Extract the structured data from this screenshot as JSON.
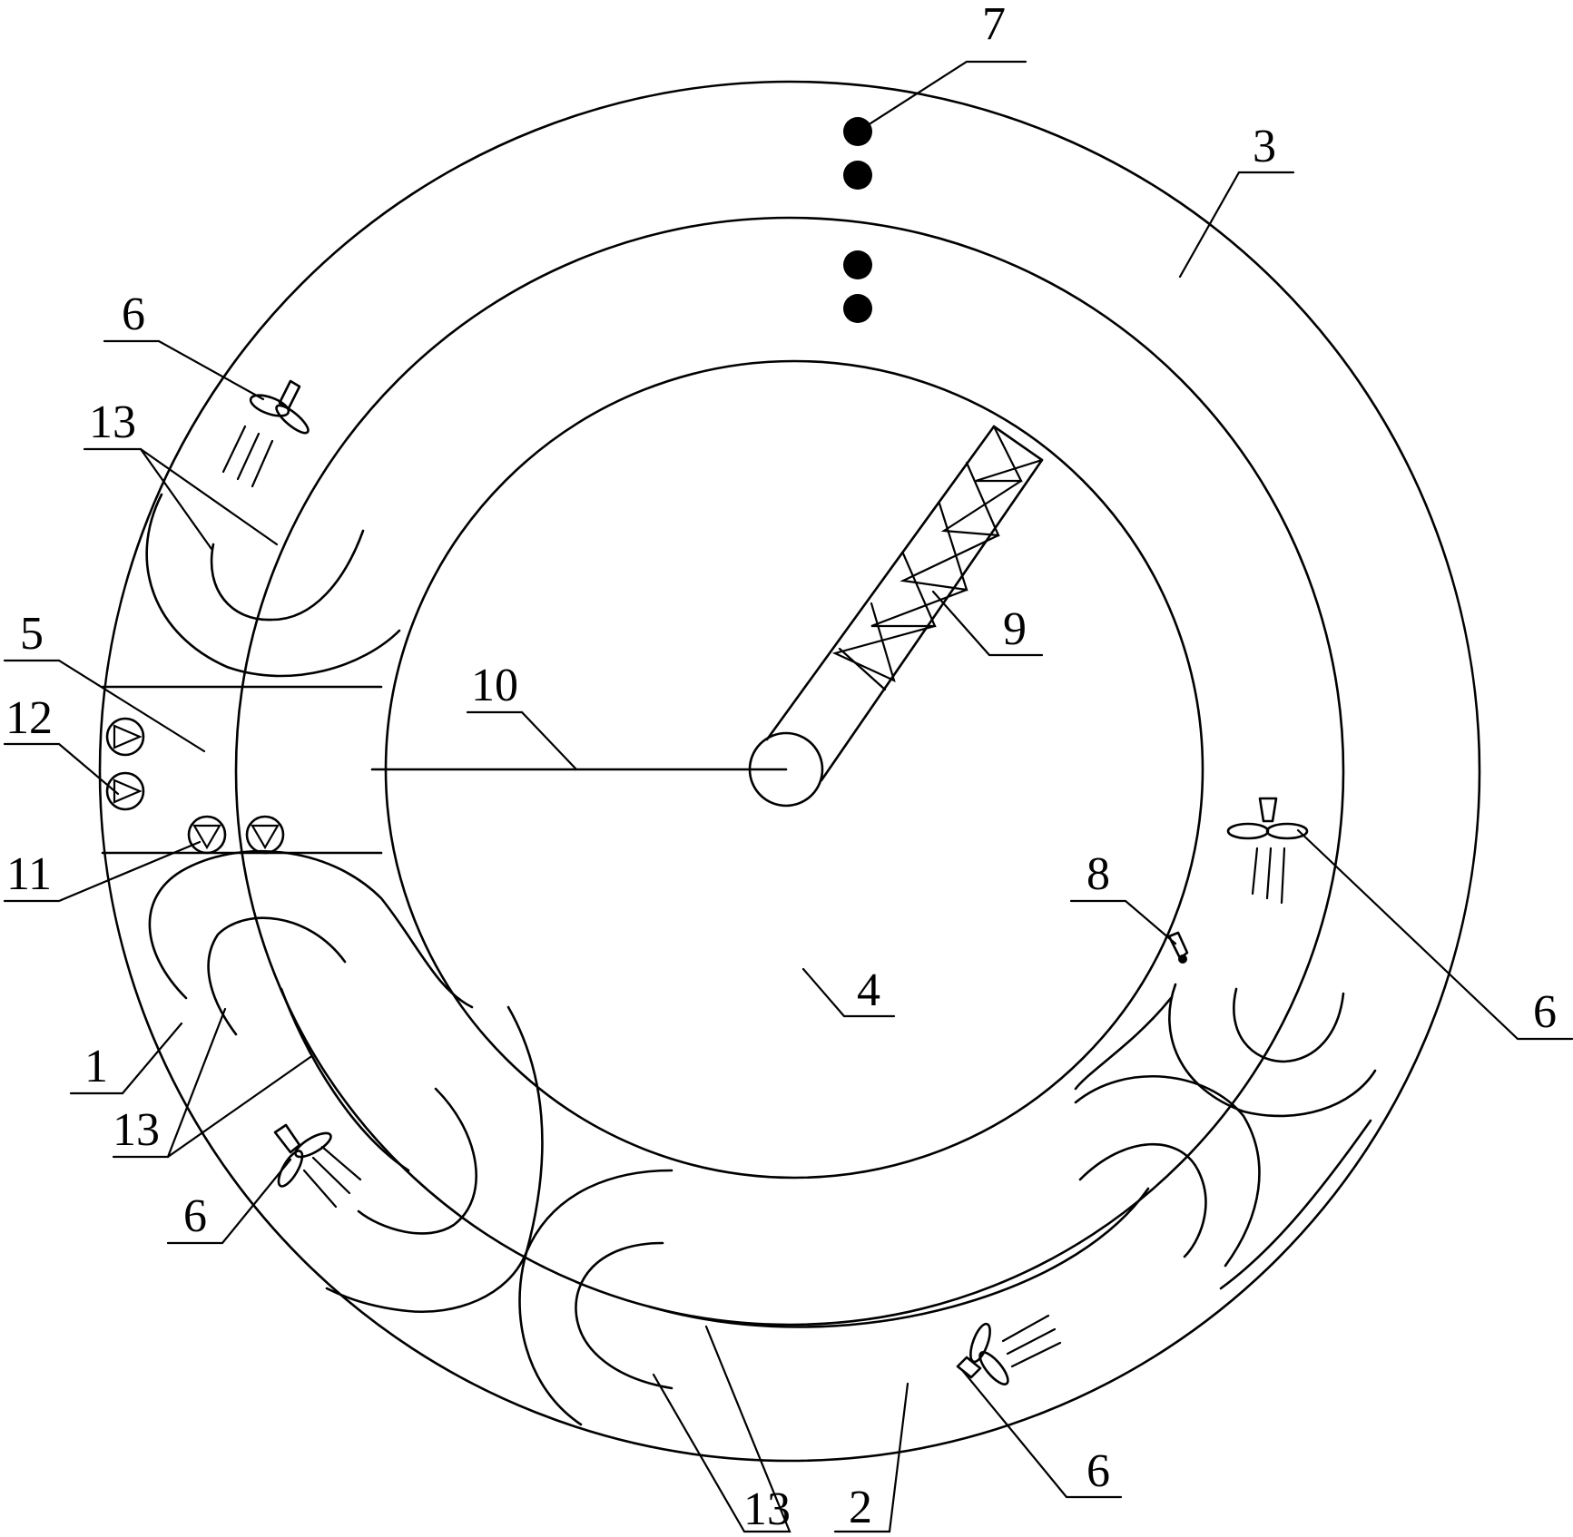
{
  "labels": {
    "l1": "1",
    "l2": "2",
    "l3": "3",
    "l4": "4",
    "l5": "5",
    "l6a": "6",
    "l6b": "6",
    "l6c": "6",
    "l6d": "6",
    "l7": "7",
    "l8": "8",
    "l9": "9",
    "l10": "10",
    "l11": "11",
    "l12": "12",
    "l13a": "13",
    "l13b": "13",
    "l13c": "13"
  }
}
